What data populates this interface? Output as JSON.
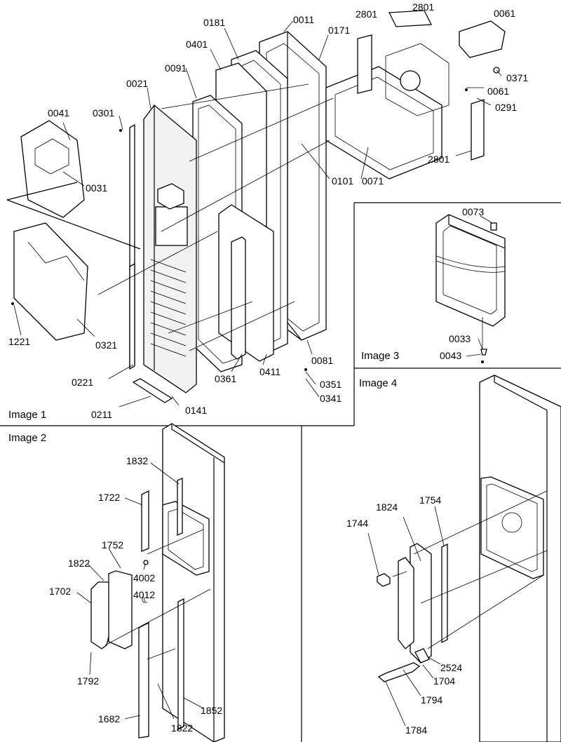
{
  "panels": [
    {
      "id": "image1",
      "title": "Image 1"
    },
    {
      "id": "image2",
      "title": "Image 2"
    },
    {
      "id": "image3",
      "title": "Image 3"
    },
    {
      "id": "image4",
      "title": "Image 4"
    }
  ],
  "callouts": {
    "image1": [
      "0011",
      "0171",
      "2801",
      "2801",
      "0061",
      "0181",
      "0401",
      "0091",
      "0021",
      "0301",
      "0041",
      "0031",
      "0101",
      "0071",
      "0371",
      "0061",
      "0291",
      "2801",
      "1221",
      "0321",
      "0221",
      "0211",
      "0141",
      "0361",
      "0411",
      "0081",
      "0351",
      "0341"
    ],
    "image2": [
      "1832",
      "1722",
      "1752",
      "1822",
      "4002",
      "1702",
      "4012",
      "1792",
      "1682",
      "1822",
      "1852"
    ],
    "image3": [
      "0073",
      "0033",
      "0043"
    ],
    "image4": [
      "1824",
      "1754",
      "1744",
      "2524",
      "1704",
      "1794",
      "1784"
    ]
  }
}
